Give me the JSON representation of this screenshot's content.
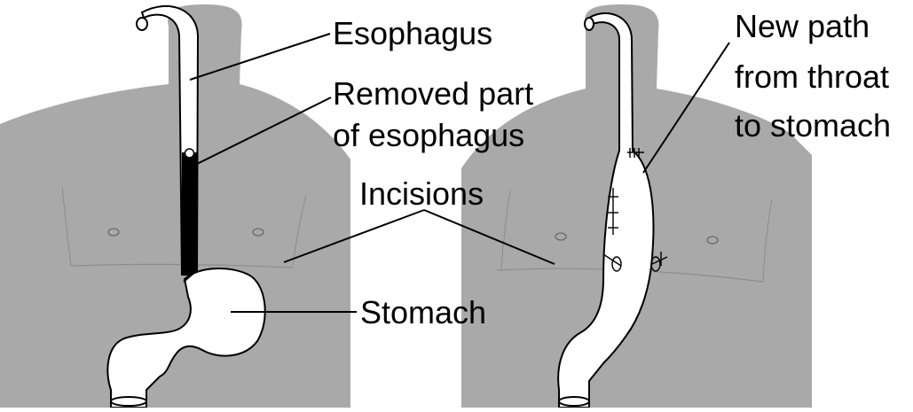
{
  "colors": {
    "body": "#a9a9a9",
    "background": "#ffffff",
    "organ_fill": "#ffffff",
    "removed_part": "#000000",
    "outline": "#000000",
    "label_text": "#000000"
  },
  "left_figure": {
    "labels": {
      "esophagus": "Esophagus",
      "removed_line1": "Removed part",
      "removed_line2": "of esophagus",
      "stomach": "Stomach"
    }
  },
  "shared": {
    "incisions": "Incisions"
  },
  "right_figure": {
    "labels": {
      "new_path_line1": "New path",
      "new_path_line2": "from throat",
      "new_path_line3": "to stomach"
    }
  }
}
